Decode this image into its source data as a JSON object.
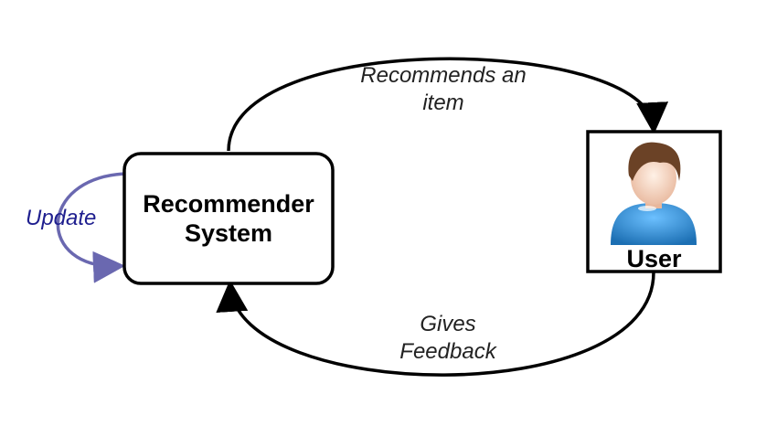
{
  "nodes": {
    "recommender": {
      "line1": "Recommender",
      "line2": "System"
    },
    "user": {
      "label": "User"
    }
  },
  "edges": {
    "recommends": {
      "line1": "Recommends an",
      "line2": "item"
    },
    "feedback": {
      "line1": "Gives",
      "line2": "Feedback"
    },
    "update": {
      "label": "Update"
    }
  },
  "colors": {
    "stroke": "#000000",
    "update_arrow": "#6a68b0",
    "update_text": "#1f1f8f",
    "user_shirt": "#2f8fd6",
    "user_hair": "#6b4226",
    "user_skin": "#f4d6c2"
  },
  "icons": {
    "user": "user-avatar-icon"
  }
}
